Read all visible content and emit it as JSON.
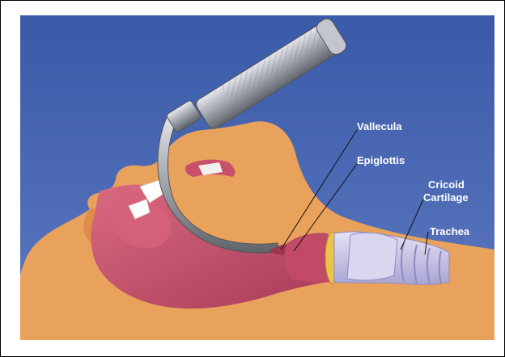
{
  "labels": {
    "vallecula": "Vallecula",
    "epiglottis": "Epiglottis",
    "cricoid_line1": "Cricoid",
    "cricoid_line2": "Cartilage",
    "trachea": "Trachea"
  },
  "colors": {
    "background_blue": "#3f5fae",
    "tissue_orange": "#e9a25c",
    "pharynx_pink": "#c9506b",
    "cartilage_lavender": "#c9c7e6",
    "metal_gray": "#a9adb4"
  }
}
